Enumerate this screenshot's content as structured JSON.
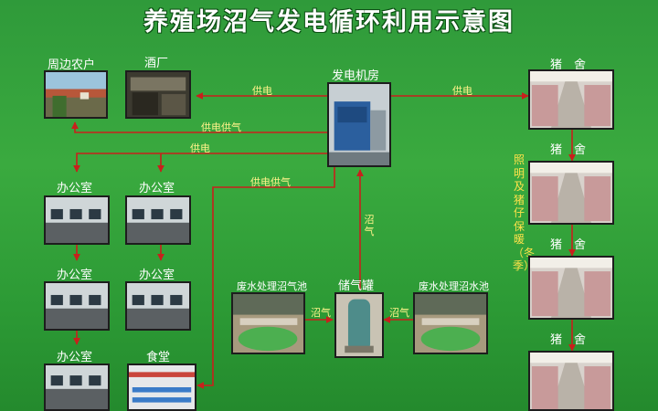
{
  "title": "养殖场沼气发电循环利用示意图",
  "nodes": {
    "farmers": "周边农户",
    "brewery": "酒厂",
    "generator_room": "发电机房",
    "pig_house_1": "猪　舍",
    "pig_house_2": "猪　舍",
    "pig_house_3": "猪　舍",
    "pig_house_4": "猪　舍",
    "office_1": "办公室",
    "office_2": "办公室",
    "office_3": "办公室",
    "office_4": "办公室",
    "office_5": "办公室",
    "canteen": "食堂",
    "biogas_digester": "废水处理沼气池",
    "gas_tank": "储气罐",
    "wastewater_pool": "废水处理沼水池"
  },
  "flows": {
    "gen_to_brewery": "供电",
    "gen_to_pigs": "供电",
    "gen_to_farmers": "供电供气",
    "gen_to_offices": "供电",
    "gen_to_canteen": "供电供气",
    "tank_to_gen": "沼气",
    "digester_to_tank": "沼气",
    "pool_to_tank": "沼气"
  },
  "pig_note": "照明及猪仔保暖（冬季）",
  "colors": {
    "background": "#2f9a3a",
    "arrow": "#c8201c",
    "flow_label": "#fff38a",
    "title": "#ffffff"
  }
}
